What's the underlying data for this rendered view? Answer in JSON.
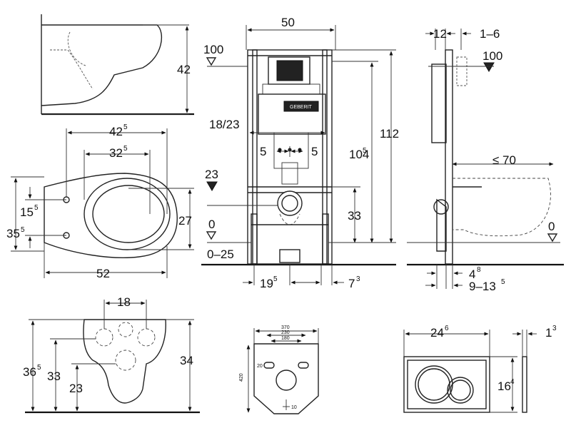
{
  "diagram": {
    "labels": {
      "bowl_height": "42",
      "width_50": "50",
      "dim_12": "12",
      "dim_1_6": "1–6",
      "level_100_left": "100",
      "level_100_right": "100",
      "dim_18_23": "18/23",
      "dim_112": "112",
      "dim_104": "104",
      "dim_104_sup": "5",
      "dim_5_left": "5",
      "dim_5_right": "5",
      "dim_le70": "≤ 70",
      "level_23": "23",
      "dim_33_frame": "33",
      "level_0_left": "0",
      "level_0_25": "0–25",
      "level_0_right": "0",
      "dim_19": "19",
      "dim_19_sup": "5",
      "dim_7": "7",
      "dim_7_sup": "3",
      "dim_4": "4",
      "dim_4_sup": "8",
      "dim_9_13": "9–13",
      "dim_9_13_sup": "5",
      "dim_42": "42",
      "dim_42_sup": "5",
      "dim_32": "32",
      "dim_32_sup": "5",
      "dim_15": "15",
      "dim_15_sup": "5",
      "dim_35": "35",
      "dim_35_sup": "5",
      "dim_27": "27",
      "dim_52": "52",
      "dim_18": "18",
      "dim_36": "36",
      "dim_36_sup": "5",
      "dim_33_front": "33",
      "dim_23_front": "23",
      "dim_34": "34",
      "plate_370": "370",
      "plate_230": "230",
      "plate_180": "180",
      "plate_420": "420",
      "plate_20": "20",
      "plate_10": "10",
      "dim_24": "24",
      "dim_24_sup": "6",
      "dim_1": "1",
      "dim_1_sup": "3",
      "dim_16": "16",
      "dim_16_sup": "4",
      "brand": "GEBERIT"
    }
  }
}
